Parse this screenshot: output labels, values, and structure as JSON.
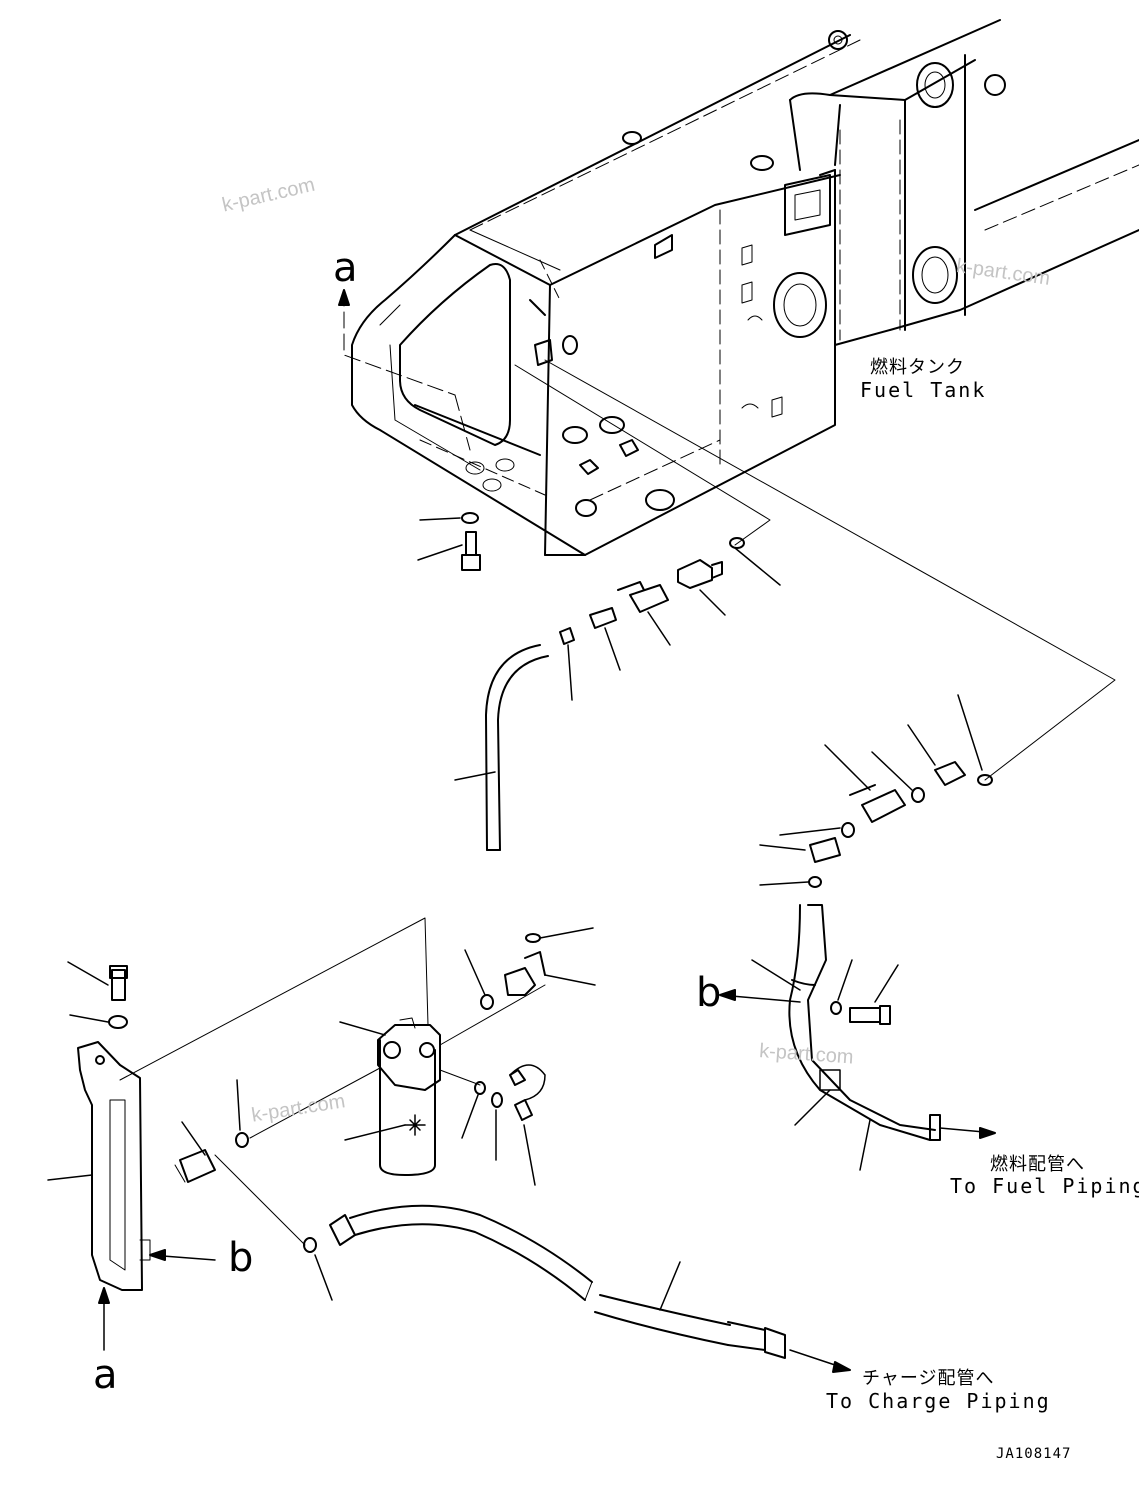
{
  "labels": {
    "fuel_tank_jp": "燃料タンク",
    "fuel_tank_en": "Fuel Tank",
    "to_fuel_piping_jp": "燃料配管へ",
    "to_fuel_piping_en": "To Fuel Piping",
    "to_charge_piping_jp": "チャージ配管へ",
    "to_charge_piping_en": "To Charge Piping",
    "view_a": "a",
    "view_b": "b",
    "drawing_code": "JA108147"
  },
  "watermark": "k-part.com"
}
